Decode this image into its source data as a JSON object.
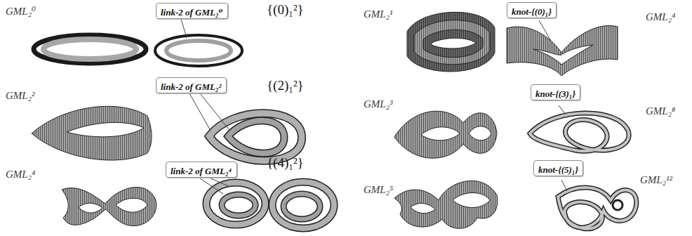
{
  "diagram": {
    "nodes": [
      {
        "text": [
          "link-2 of GML₂⁰"
        ]
      },
      {
        "text": [
          "knot-{(0)₁}"
        ]
      },
      {
        "text": [
          "link-2 of GML₂²"
        ]
      },
      {
        "text": [
          "knot-{(3)₁}"
        ]
      },
      {
        "text": [
          "link-2 of GML₂⁴"
        ]
      },
      {
        "text": [
          "knot-{(5)₁}"
        ]
      }
    ],
    "labels": [
      "GML₂⁰",
      "{(0)₁²}",
      "GML₂¹",
      "GML₂⁴",
      "GML₂²",
      "{(2)₁²}",
      "GML₂³",
      "GML₂⁸",
      "GML₂⁴",
      "{(4)₁²}",
      "GML₂⁵",
      "GML₂¹²"
    ]
  }
}
